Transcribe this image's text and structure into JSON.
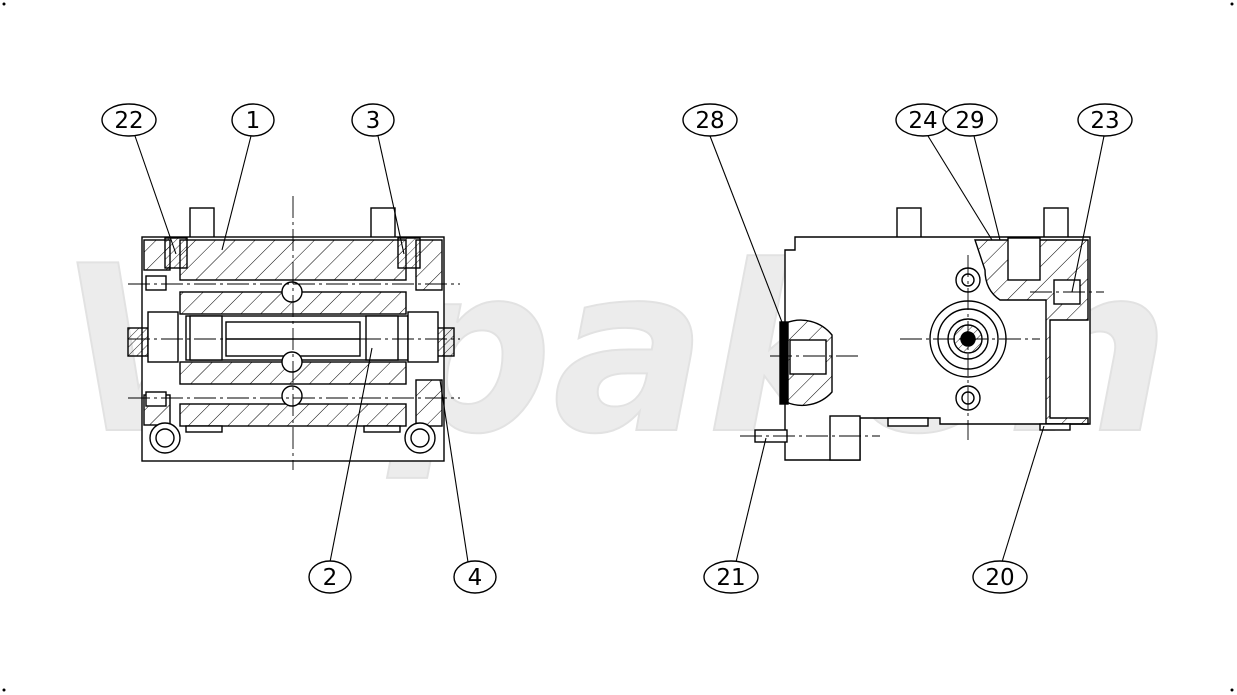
{
  "watermark": "Vilpakon",
  "callouts": [
    {
      "id": "c22",
      "label": "22"
    },
    {
      "id": "c1",
      "label": "1"
    },
    {
      "id": "c3",
      "label": "3"
    },
    {
      "id": "c2",
      "label": "2"
    },
    {
      "id": "c4",
      "label": "4"
    },
    {
      "id": "c28",
      "label": "28"
    },
    {
      "id": "c24",
      "label": "24"
    },
    {
      "id": "c29",
      "label": "29"
    },
    {
      "id": "c23",
      "label": "23"
    },
    {
      "id": "c21",
      "label": "21"
    },
    {
      "id": "c20",
      "label": "20"
    }
  ],
  "colors": {
    "ink": "#000000",
    "watermark": "#ececec",
    "background": "#ffffff"
  }
}
